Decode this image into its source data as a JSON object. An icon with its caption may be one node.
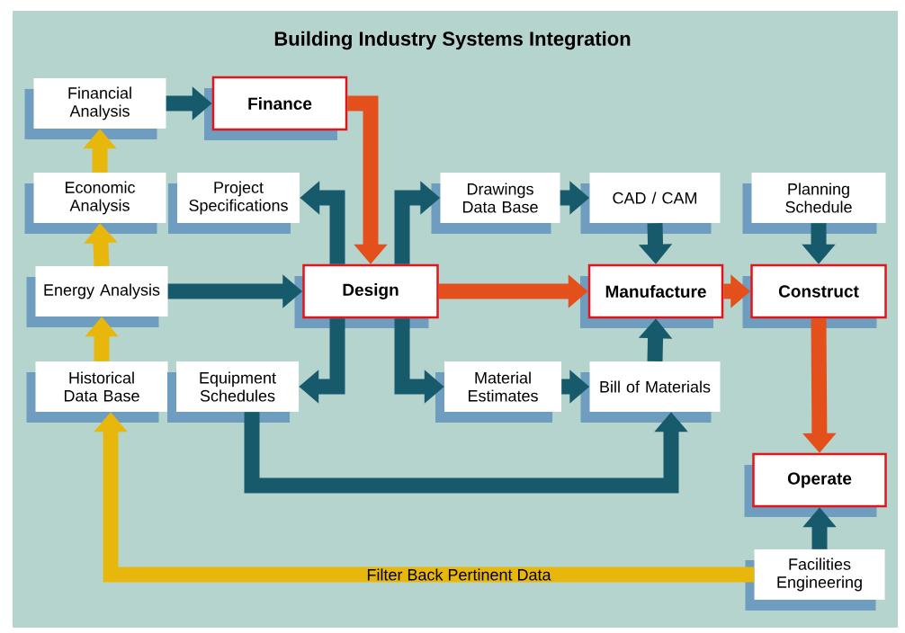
{
  "diagram": {
    "title": "Building Industry Systems Integration",
    "nodes": [
      {
        "text": [
          "Financial Analysis"
        ]
      },
      {
        "text": [
          "Finance"
        ]
      },
      {
        "text": [
          "Economic Analysis"
        ]
      },
      {
        "text": [
          "Project Specifications"
        ]
      },
      {
        "text": [
          "Drawings Data Base"
        ]
      },
      {
        "text": [
          "CAD / CAM"
        ]
      },
      {
        "text": [
          "Planning Schedule"
        ]
      },
      {
        "text": [
          "Energy Analysis"
        ]
      },
      {
        "text": [
          "Design"
        ]
      },
      {
        "text": [
          "Manufacture"
        ]
      },
      {
        "text": [
          "Construct"
        ]
      },
      {
        "text": [
          "Historical Data Base"
        ]
      },
      {
        "text": [
          "Equipment Schedules"
        ]
      },
      {
        "text": [
          "Material Estimates"
        ]
      },
      {
        "text": [
          "Bill of Materials"
        ]
      },
      {
        "text": [
          "Operate"
        ]
      },
      {
        "text": [
          "Facilities Engineering"
        ]
      }
    ],
    "edges": [
      {
        "from": 0,
        "to": 1,
        "arrow": "to"
      },
      {
        "from": 2,
        "to": 0,
        "arrow": "to",
        "color": "#e8b70c"
      },
      {
        "from": 7,
        "to": 2,
        "arrow": "to",
        "color": "#e8b70c"
      },
      {
        "from": 11,
        "to": 7,
        "arrow": "to",
        "color": "#e8b70c"
      },
      {
        "from": 1,
        "to": 8,
        "arrow": "to",
        "color": "#e4501c"
      },
      {
        "from": 8,
        "to": 3,
        "arrow": "to"
      },
      {
        "from": 8,
        "to": 4,
        "arrow": "to"
      },
      {
        "from": 4,
        "to": 5,
        "arrow": "to"
      },
      {
        "from": 7,
        "to": 8,
        "arrow": "to"
      },
      {
        "from": 8,
        "to": 9,
        "arrow": "to",
        "color": "#e4501c"
      },
      {
        "from": 5,
        "to": 9,
        "arrow": "to"
      },
      {
        "from": 6,
        "to": 10,
        "arrow": "to"
      },
      {
        "from": 9,
        "to": 10,
        "arrow": "to",
        "color": "#e4501c"
      },
      {
        "from": 8,
        "to": 12,
        "arrow": "to"
      },
      {
        "from": 8,
        "to": 13,
        "arrow": "to"
      },
      {
        "from": 13,
        "to": 14,
        "arrow": "to"
      },
      {
        "from": 14,
        "to": 9,
        "arrow": "to"
      },
      {
        "from": 12,
        "to": 14,
        "arrow": "to"
      },
      {
        "from": 10,
        "to": 15,
        "arrow": "to",
        "color": "#e4501c"
      },
      {
        "from": 16,
        "to": 15,
        "arrow": "to"
      },
      {
        "from": 16,
        "to": 11,
        "arrow": "to",
        "label": "Filter Back Pertinent Data",
        "color": "#e8b70c"
      }
    ]
  }
}
